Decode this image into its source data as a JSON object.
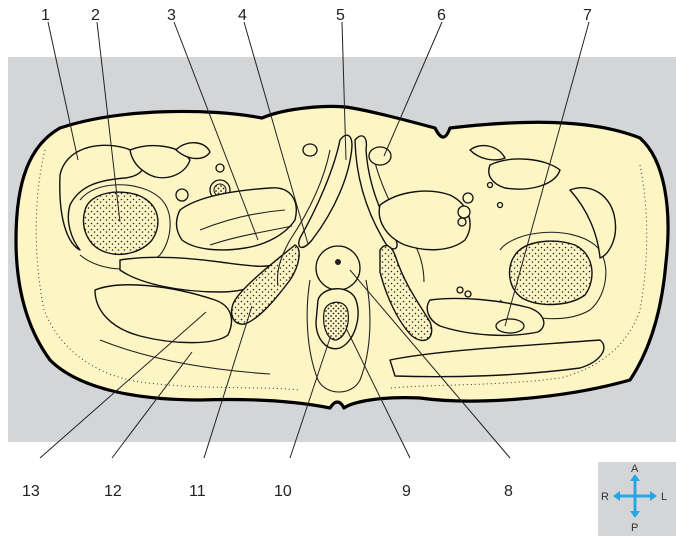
{
  "labels": {
    "top": [
      "1",
      "2",
      "3",
      "4",
      "5",
      "6",
      "7"
    ],
    "bottom": [
      "13",
      "12",
      "11",
      "10",
      "9",
      "8"
    ]
  },
  "compass": {
    "anterior": "A",
    "posterior": "P",
    "right": "R",
    "left": "L"
  },
  "colors": {
    "background_band": "#d4d5d7",
    "tissue_fill": "#fdf5c4",
    "compass_arrow": "#27a6e6",
    "compass_box": "#d4d5d7"
  }
}
